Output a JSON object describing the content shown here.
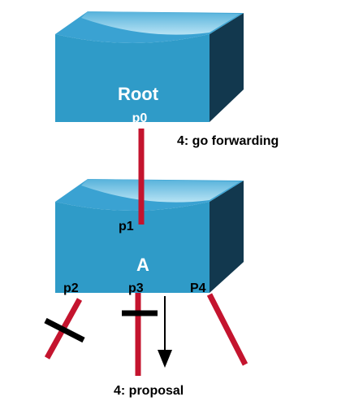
{
  "switches": {
    "root": {
      "name": "Root",
      "port": "p0"
    },
    "a": {
      "name": "A",
      "ports": {
        "p1": "p1",
        "p2": "p2",
        "p3": "p3",
        "p4": "P4"
      }
    }
  },
  "messages": {
    "forwarding": "4: go forwarding",
    "proposal": "4: proposal"
  },
  "colors": {
    "switch_front": "#2f9bc8",
    "switch_top": "#a8dcf0",
    "switch_side": "#12384e",
    "link": "#c4142e"
  }
}
